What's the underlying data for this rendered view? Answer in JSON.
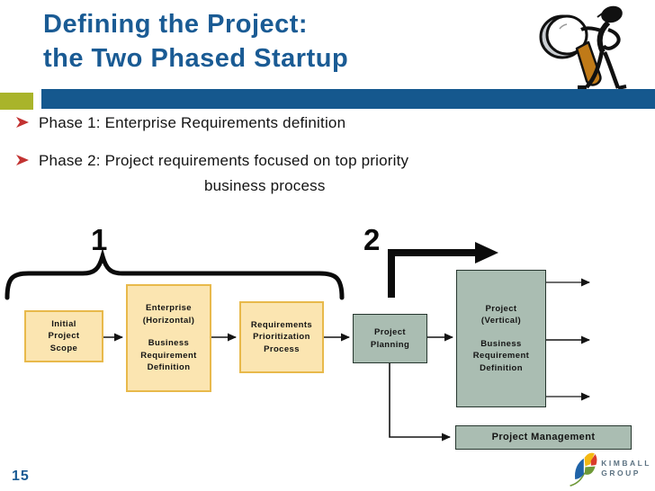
{
  "slide": {
    "title_line1": "Defining the Project:",
    "title_line2": "the Two Phased Startup",
    "page_number": "15"
  },
  "bullets": [
    {
      "text": "Phase 1:  Enterprise Requirements definition"
    },
    {
      "text": "Phase 2:  Project requirements focused on top priority",
      "text2": "business process"
    }
  ],
  "diagram": {
    "phase1_label": "1",
    "phase2_label": "2",
    "boxes": {
      "initial_scope": {
        "lines": [
          "Initial",
          "Project",
          "Scope"
        ]
      },
      "enterprise_brd": {
        "lines": [
          "Enterprise",
          "(Horizontal)",
          "Business",
          "Requirement",
          "Definition"
        ]
      },
      "req_prioritization": {
        "lines": [
          "Requirements",
          "Prioritization",
          "Process"
        ]
      },
      "project_planning": {
        "lines": [
          "Project",
          "Planning"
        ]
      },
      "project_brd": {
        "lines": [
          "Project",
          "(Vertical)",
          "Business",
          "Requirement",
          "Definition"
        ]
      },
      "project_management": {
        "label": "Project Management"
      }
    }
  },
  "footer": {
    "logo_line1": "KIMBALL",
    "logo_line2": "GROUP"
  },
  "colors": {
    "title_blue": "#1A5B94",
    "bar_blue": "#15588E",
    "olive": "#A9B42A",
    "bullet_red": "#C23231",
    "box_yellow_fill": "#FBE5B1",
    "box_yellow_border": "#E8B94B",
    "box_sage_fill": "#AABDB2"
  }
}
